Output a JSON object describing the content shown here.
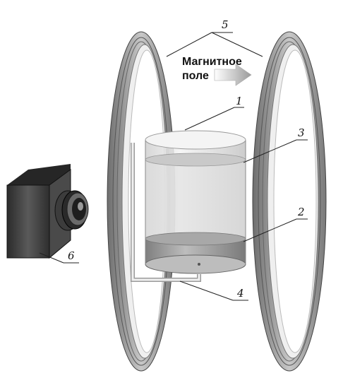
{
  "field_label": {
    "line1": "Магнитное",
    "line2": "поле"
  },
  "callouts": {
    "n1": "1",
    "n2": "2",
    "n3": "3",
    "n4": "4",
    "n5": "5",
    "n6": "6"
  },
  "colors": {
    "ring_outer": "#8a8a8a",
    "ring_face": "#d9d9d9",
    "ring_inner": "#f2f2f2",
    "cylinder_glass": "#e9e9e9",
    "liquid_upper": "#c9c9c9",
    "liquid_lower": "#9c9c9c",
    "camera_body": "#3a3a3a",
    "arrow_gradient_start": "#ffffff",
    "arrow_gradient_end": "#9a9a9a"
  },
  "icons": {
    "field_arrow": "arrow-right-icon"
  }
}
